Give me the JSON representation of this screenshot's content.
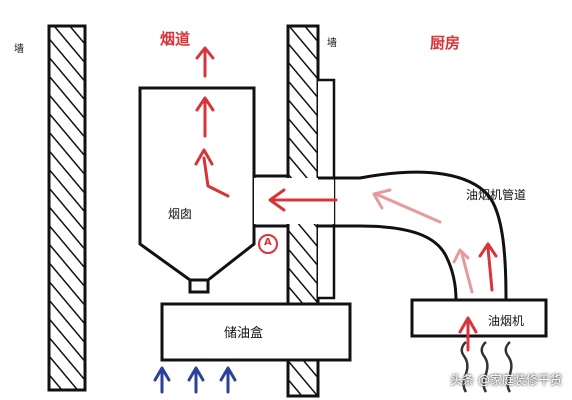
{
  "labels": {
    "flue": "烟道",
    "kitchen": "厨房",
    "wall_left": "墙",
    "wall_right": "墙",
    "chimney": "烟囱",
    "duct": "油烟机管道",
    "hood": "油烟机",
    "oil_box": "储油盒",
    "marker": "A"
  },
  "watermark": {
    "platform": "头条",
    "account": "@家庭装修干货"
  },
  "colors": {
    "line": "#111111",
    "arrow_red": "#d8353a",
    "arrow_fade": "#e79a9c",
    "arrow_blue": "#2b3f9e",
    "steam": "#333333"
  }
}
